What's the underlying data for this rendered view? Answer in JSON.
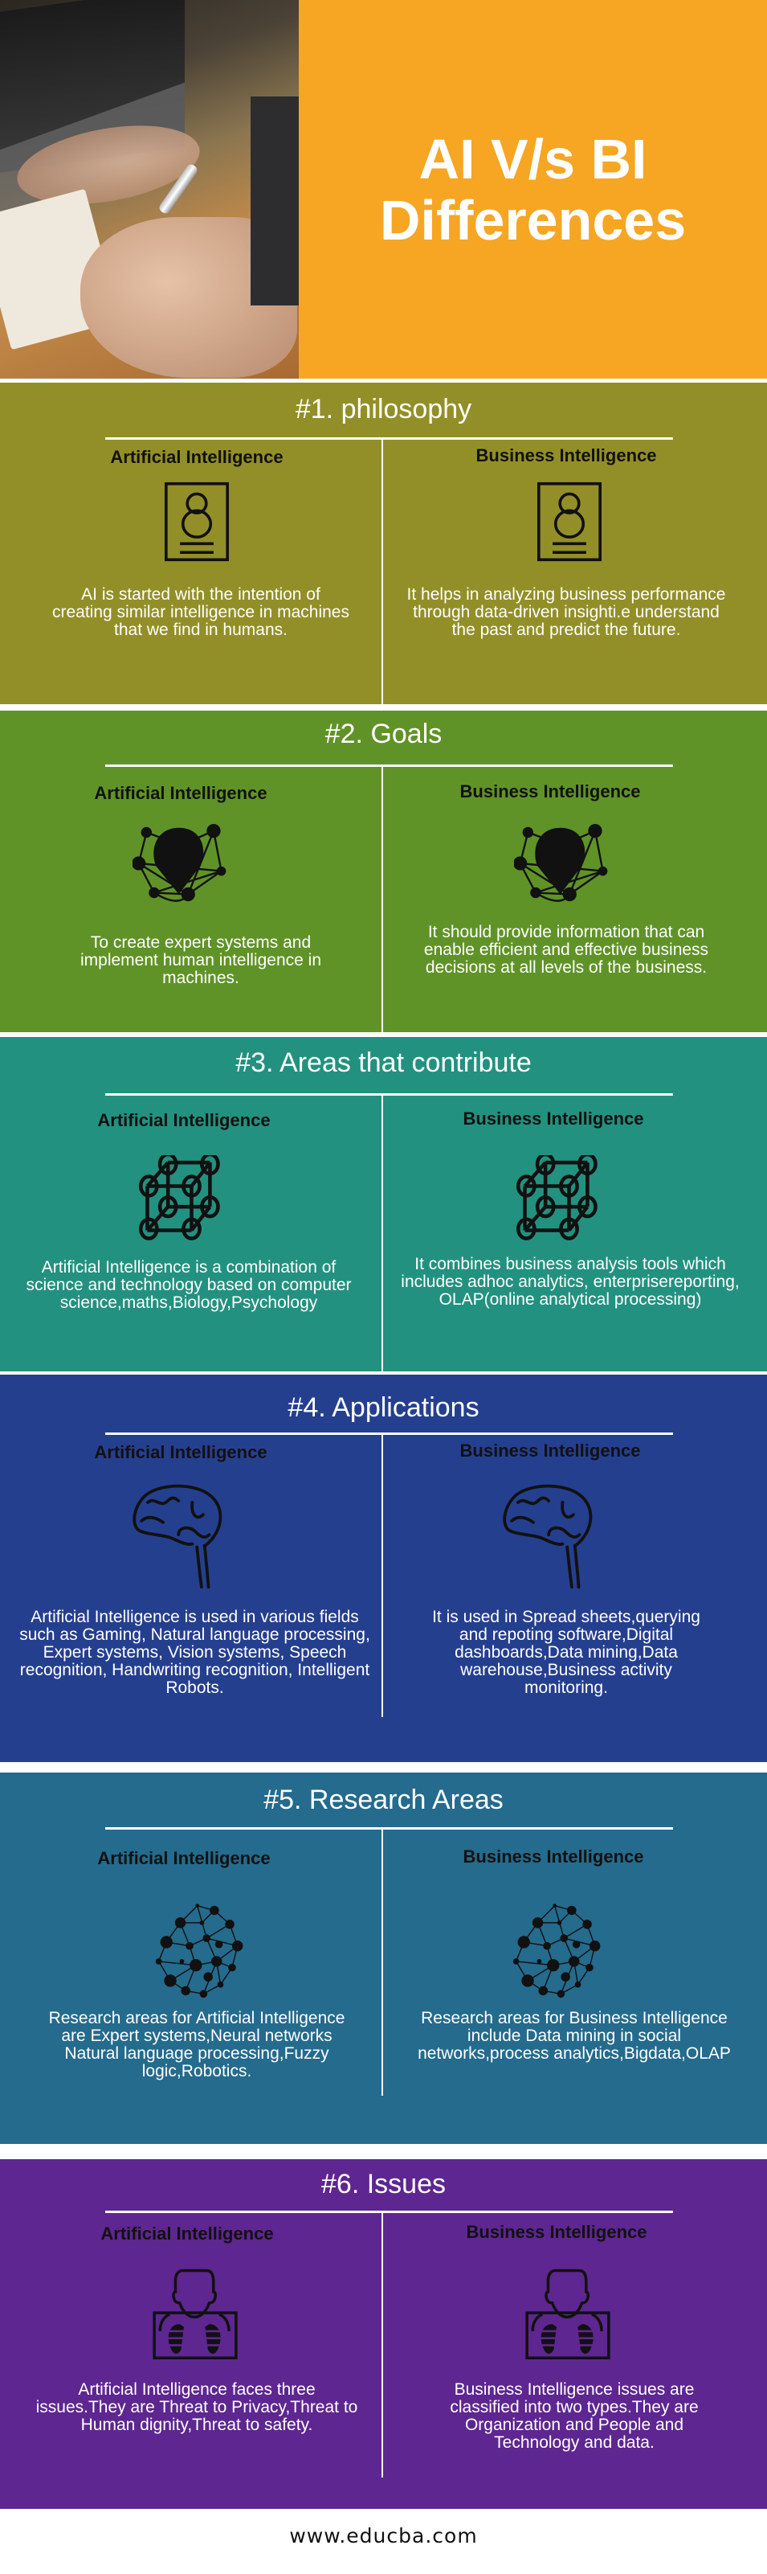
{
  "header": {
    "title_line1": "AI V/s BI",
    "title_line2": "Differences",
    "accent_color": "#f6a623",
    "photo_description": "hand writing with pen on notebook beside laptop"
  },
  "columns": {
    "left": "Artificial Intelligence",
    "right": "Business Intelligence"
  },
  "sections": [
    {
      "title": "#1. philosophy",
      "color": "#938f28",
      "icon": "profile-card-icon",
      "left_text": "AI is started with the intention of creating similar intelligence in machines that we find in humans.",
      "right_text": "It helps in analyzing business performance through data-driven insighti.e understand the past and predict the future."
    },
    {
      "title": "#2. Goals",
      "color": "#609327",
      "icon": "network-pin-icon",
      "left_text": "To create expert systems and implement human intelligence in machines.",
      "right_text": "It should provide information that can enable efficient and effective business decisions at all levels of the business."
    },
    {
      "title": "#3. Areas that contribute",
      "color": "#23917f",
      "icon": "molecule-cube-icon",
      "left_text": "Artificial Intelligence is a combination of science and technology based on computer science,maths,Biology,Psychology",
      "right_text": "It combines business analysis tools which includes adhoc analytics, enterprisereporting, OLAP(online analytical processing)"
    },
    {
      "title": "#4. Applications",
      "color": "#253f8f",
      "icon": "brain-icon",
      "left_text": "Artificial Intelligence is used in various fields such as Gaming, Natural language processing, Expert systems, Vision systems, Speech recognition, Handwriting recognition, Intelligent Robots.",
      "right_text": "It is used in Spread sheets,querying and repoting software,Digital dashboards,Data mining,Data warehouse,Business activity monitoring."
    },
    {
      "title": "#5. Research Areas",
      "color": "#246b8d",
      "icon": "neural-sphere-icon",
      "left_text": "Research areas for Artificial Intelligence are Expert systems,Neural networks Natural language processing,Fuzzy logic,Robotics.",
      "right_text": "Research areas for Business Intelligence include Data mining in social networks,process analytics,Bigdata,OLAP"
    },
    {
      "title": "#6. Issues",
      "color": "#5e2690",
      "icon": "xray-person-icon",
      "left_text": "Artificial Intelligence faces three issues.They are Threat to Privacy,Threat to Human dignity,Threat to safety.",
      "right_text": "Business Intelligence issues are classified into two types.They are Organization and People and Technology and data."
    }
  ],
  "footer": {
    "url": "www.educba.com"
  }
}
